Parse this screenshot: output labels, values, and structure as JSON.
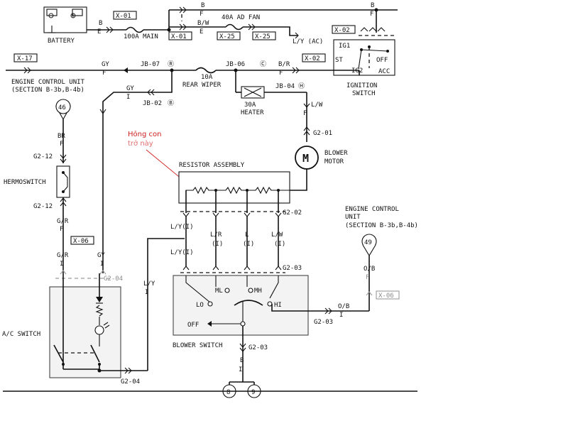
{
  "battery": {
    "name": "BATTERY",
    "terminal_neg": "⊖",
    "terminal_pos": "⊕",
    "wire": "B",
    "connector": "E"
  },
  "main_fuse": {
    "label": "100A MAIN",
    "connector_in": "X-01",
    "connector_out": "X-01"
  },
  "top_wire": {
    "color": "B",
    "connector": "F"
  },
  "bw_wire": {
    "color": "B/W",
    "connector": "E"
  },
  "ad_fan": {
    "label": "40A AD FAN",
    "connector_a": "X-25",
    "connector_b": "X-25",
    "output": "L/Y (AC)"
  },
  "ignition": {
    "name_line1": "IGNITION",
    "name_line2": "SWITCH",
    "connector": "X-02",
    "top_wire": "B",
    "top_conn": "F",
    "positions": {
      "ig1": "IG1",
      "st": "ST",
      "off": "OFF",
      "ig2": "IG2",
      "acc": "ACC"
    }
  },
  "ecu_top": {
    "line1": "ENGINE CONTROL UNIT",
    "line2": "(SECTION B-3b,B-4b)",
    "connector": "X-17"
  },
  "jb07": {
    "label": "JB-07",
    "mark": "Ⓡ",
    "wire": "GY",
    "conn": "F"
  },
  "jb06": {
    "label": "JB-06",
    "mark": "Ⓒ",
    "wire": "B/R",
    "conn": "F",
    "connector": "X-02"
  },
  "rear_wiper_fuse": {
    "rating": "10A",
    "name": "REAR WIPER"
  },
  "jb02": {
    "label": "JB-02",
    "mark": "Ⓑ",
    "wire": "GY",
    "conn": "I"
  },
  "heater_fuse": {
    "rating": "30A",
    "name": "HEATER"
  },
  "jb04": {
    "label": "JB-04",
    "mark": "Ⓗ",
    "wire": "L/W",
    "conn": "F"
  },
  "blower_motor": {
    "connector": "G2-01",
    "symbol": "M",
    "line1": "BLOWER",
    "line2": "MOTOR"
  },
  "ground_46": {
    "num": "46"
  },
  "thermoswitch": {
    "name": "HERMOSWITCH",
    "wire_top": "BR",
    "conn_top": "F",
    "connector_top": "G2-12",
    "connector_bottom": "G2-12",
    "wire_bottom": "G/R",
    "conn_bottom": "F"
  },
  "annotation": {
    "line1": "Hỏng con",
    "line2": "trở này"
  },
  "resistor_assembly": {
    "name": "RESISTOR ASSEMBLY",
    "connector": "G2-02"
  },
  "resistor_wires": [
    {
      "label": "L/Y(I)",
      "sub": ""
    },
    {
      "label": "L/R",
      "sub": "(I)"
    },
    {
      "label": "L",
      "sub": "(I)"
    },
    {
      "label": "L/W",
      "sub": "(I)"
    }
  ],
  "ly_lower": {
    "label": "L/Y(I)"
  },
  "ecu_right": {
    "line1": "ENGINE CONTROL",
    "line2": "UNIT",
    "line3": "(SECTION B-3b,B-4b)",
    "ground": "49",
    "wire": "O/B",
    "conn": "F",
    "connector": "X-06"
  },
  "x06_left": {
    "connector": "X-06",
    "wire_a": "G/R",
    "conn_a": "I",
    "wire_b": "GY",
    "conn_b": "I",
    "connector_g2": "G2-04"
  },
  "ly_vertical": {
    "label": "L/Y",
    "conn": "I"
  },
  "blower_switch": {
    "name": "BLOWER SWITCH",
    "connector_top": "G2-03",
    "connector_bottom": "G2-03",
    "positions": {
      "lo": "LO",
      "ml": "ML",
      "mh": "MH",
      "hi": "HI",
      "off": "OFF"
    },
    "out_wire": "O/B",
    "out_conn": "I",
    "out_connector": "G2-03"
  },
  "ac_switch": {
    "name": "A/C SWITCH",
    "connector": "G2-04"
  },
  "ground_bottom": {
    "wire": "B",
    "conn": "I",
    "g1": "8",
    "g2": "9"
  }
}
